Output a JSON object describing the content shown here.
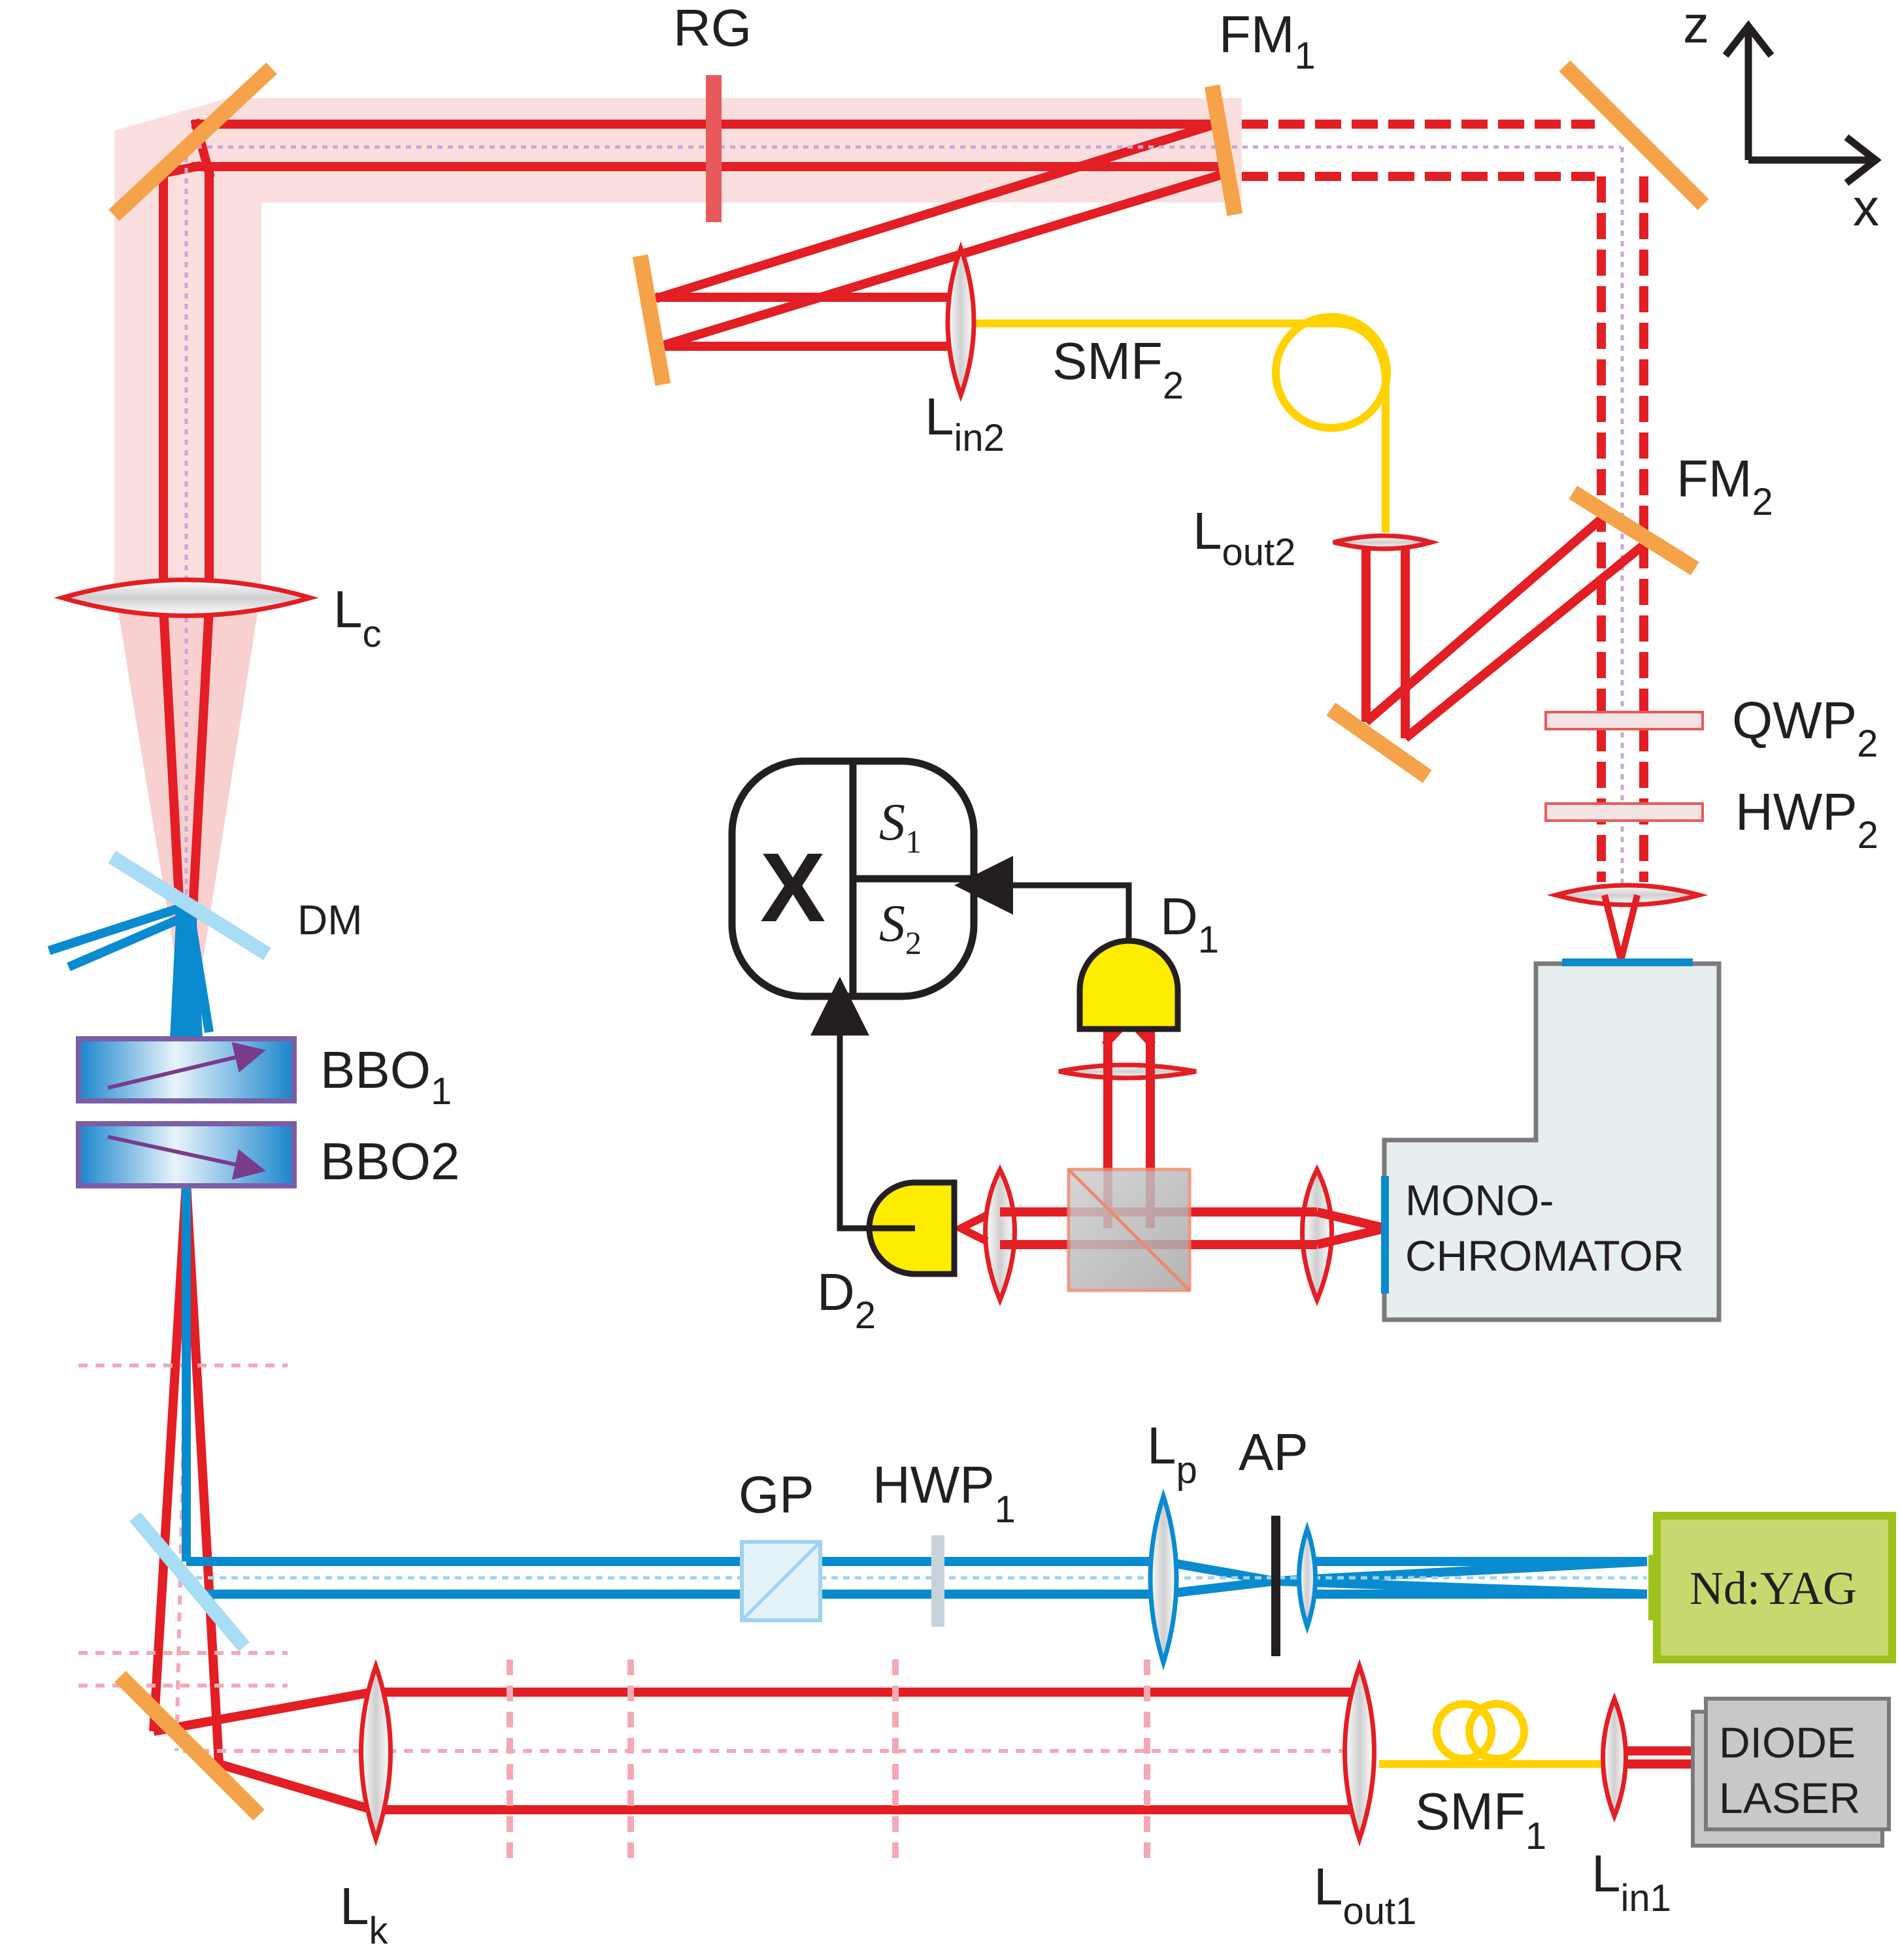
{
  "axes": {
    "z": "z",
    "x": "x"
  },
  "labels": {
    "rg": "RG",
    "fm1": {
      "main": "FM",
      "sub": "1"
    },
    "fm2": {
      "main": "FM",
      "sub": "2"
    },
    "smf2": {
      "main": "SMF",
      "sub": "2"
    },
    "smf1": {
      "main": "SMF",
      "sub": "1"
    },
    "lin2": {
      "main": "L",
      "sub": "in2"
    },
    "lout2": {
      "main": "L",
      "sub": "out2"
    },
    "lc": {
      "main": "L",
      "sub": "c"
    },
    "lk": {
      "main": "L",
      "sub": "k"
    },
    "lp": {
      "main": "L",
      "sub": "p"
    },
    "lout1": {
      "main": "L",
      "sub": "out1"
    },
    "lin1": {
      "main": "L",
      "sub": "in1"
    },
    "qwp2": {
      "main": "QWP",
      "sub": "2"
    },
    "hwp2": {
      "main": "HWP",
      "sub": "2"
    },
    "hwp1": {
      "main": "HWP",
      "sub": "1"
    },
    "dm": "DM",
    "bbo1": {
      "main": "BBO",
      "sub": "1"
    },
    "bbo2": {
      "main": "BBO",
      "sub": "2"
    },
    "d1": {
      "main": "D",
      "sub": "1"
    },
    "d2": {
      "main": "D",
      "sub": "2"
    },
    "gp": "GP",
    "ap": "AP",
    "monochromator": {
      "line1": "MONO-",
      "line2": "CHROMATOR"
    },
    "ndyag": "Nd:YAG",
    "diode": {
      "line1": "DIODE",
      "line2": "LASER"
    },
    "coincidence": {
      "symbol": "X",
      "s1": "S",
      "s1_sub": "1",
      "s2": "S",
      "s2_sub": "2"
    }
  },
  "colors": {
    "red_beam": "#e31e24",
    "blue_beam": "#0a8bd0",
    "fiber": "#ffd200",
    "mirror": "#f5a34a",
    "pink_glow": "#f9d4d4",
    "detector": "#ffed00",
    "ndyag_fill": "#c6d96f",
    "ndyag_border": "#9dc21c",
    "diode_fill": "#c8c8c8",
    "mono_fill": "#e7eef0",
    "crystal_border": "#7b5ea7",
    "crystal_fill": "#2e9ad8",
    "arrow_purple": "#7a3b8c"
  }
}
